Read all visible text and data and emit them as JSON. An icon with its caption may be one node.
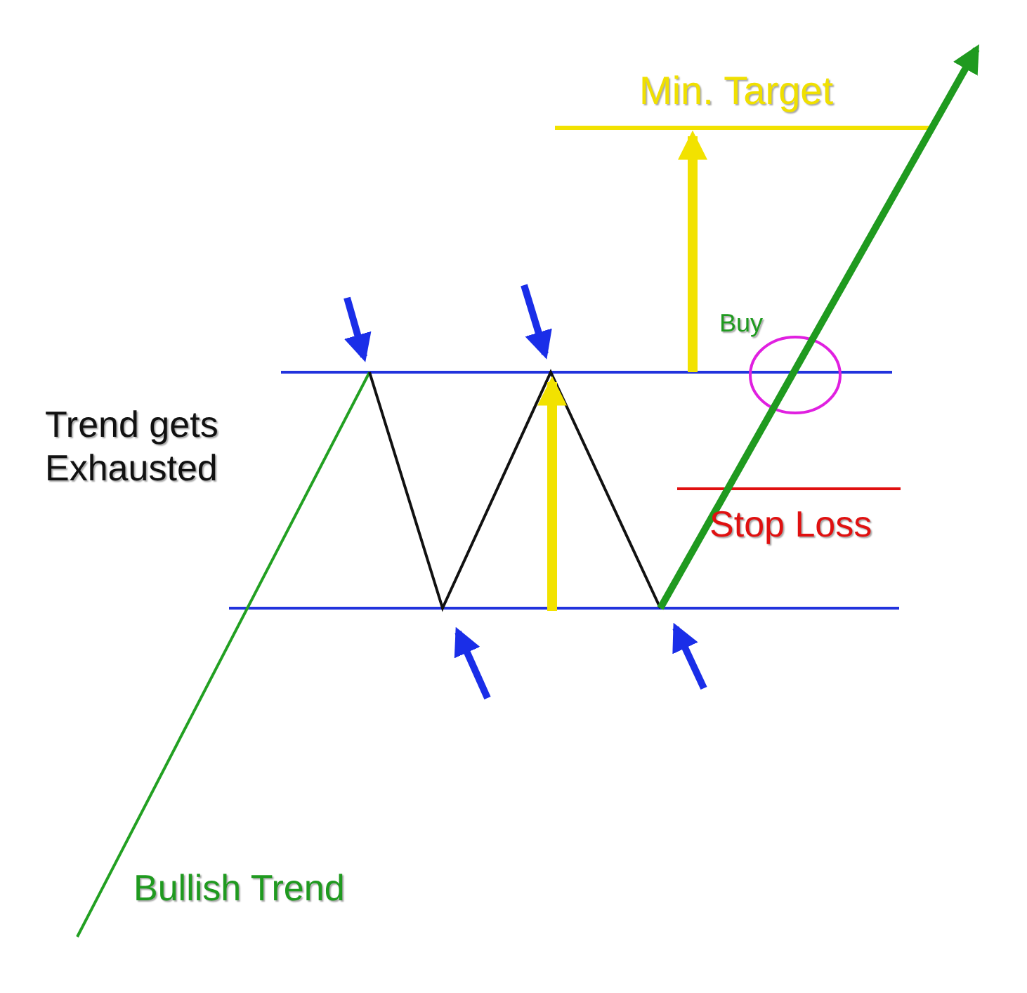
{
  "diagram": {
    "labels": [
      "Min. Target",
      "Buy",
      "Trend gets Exhausted",
      "Stop Loss",
      "Bullish Trend"
    ]
  }
}
